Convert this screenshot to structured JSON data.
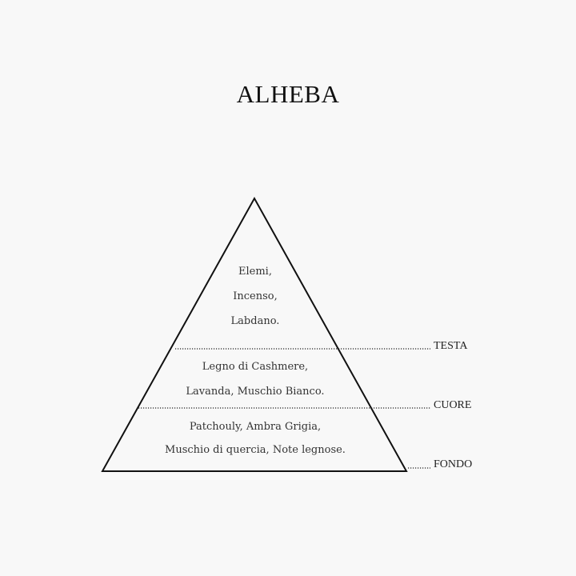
{
  "title": "ALHEBA",
  "levels": [
    {
      "label": "TESTA",
      "notes": [
        "Elemi,",
        "Incenso,",
        "Labdano."
      ]
    },
    {
      "label": "CUORE",
      "notes": [
        "Legno di Cashmere,",
        "Lavanda, Muschio Bianco."
      ]
    },
    {
      "label": "FONDO",
      "notes": [
        "Patchouly, Ambra Grigia,",
        "Muschio di quercia, Note legnose."
      ]
    }
  ]
}
